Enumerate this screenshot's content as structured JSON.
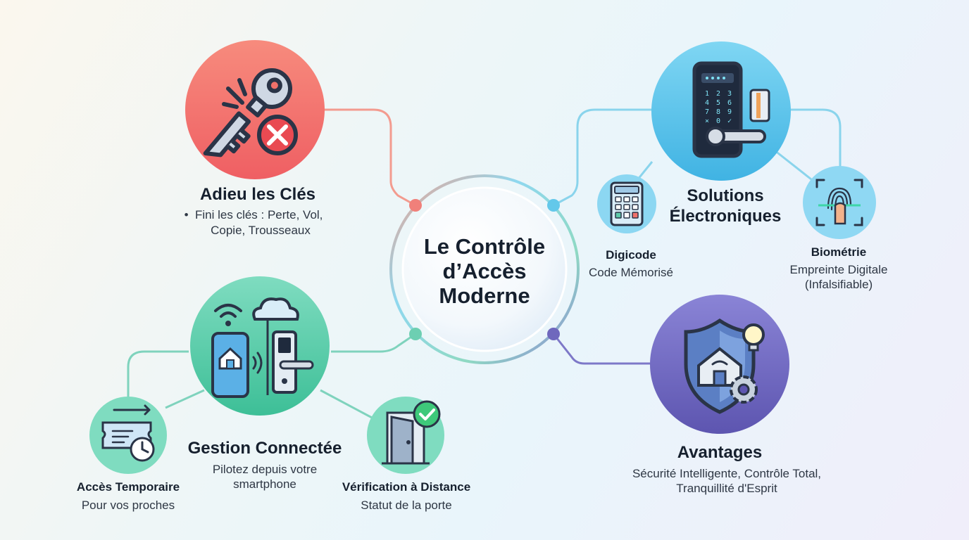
{
  "center": {
    "lines": [
      "Le Contrôle",
      "d’Accès",
      "Moderne"
    ]
  },
  "branches": {
    "cles": {
      "title": "Adieu les Clés",
      "bullet": "•",
      "desc": [
        "Fini les clés : Perte, Vol,",
        "Copie, Trousseaux"
      ]
    },
    "electroniques": {
      "title": [
        "Solutions",
        "Électroniques"
      ]
    },
    "digicode": {
      "title": "Digicode",
      "desc": "Code Mémorisé"
    },
    "biometrie": {
      "title": "Biométrie",
      "desc": [
        "Empreinte Digitale",
        "(Infalsifiable)"
      ]
    },
    "connectee": {
      "title": "Gestion Connectée",
      "desc": [
        "Pilotez depuis votre",
        "smartphone"
      ]
    },
    "temporaire": {
      "title": "Accès Temporaire",
      "desc": "Pour vos proches"
    },
    "verification": {
      "title": "Vérification à Distance",
      "desc": "Statut de la porte"
    },
    "avantages": {
      "title": "Avantages",
      "desc": [
        "Sécurité Intelligente, Contrôle Total,",
        "Tranquillité d'Esprit"
      ]
    }
  },
  "keypad": {
    "keys": [
      "1",
      "2",
      "3",
      "4",
      "5",
      "6",
      "7",
      "8",
      "9",
      "×",
      "0",
      "✓"
    ]
  },
  "colors": {
    "red": "#f0716a",
    "cyan": "#5cc4e6",
    "teal": "#5fc9a9",
    "purple": "#6f68bd",
    "dark": "#2a3447"
  }
}
